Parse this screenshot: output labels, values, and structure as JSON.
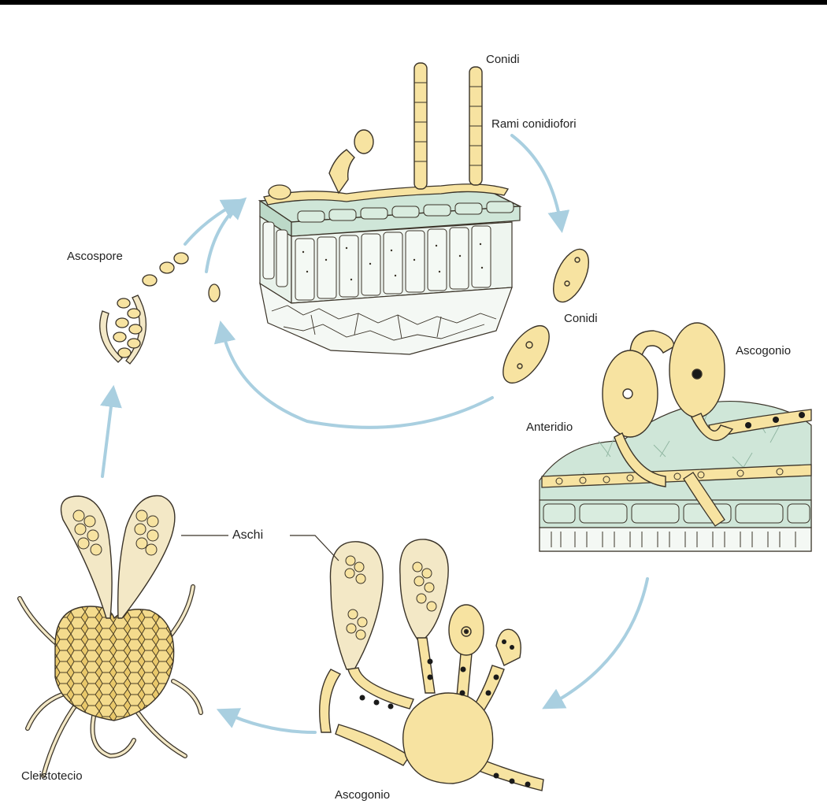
{
  "labels": {
    "conidi_top": "Conidi",
    "rami_conidiofori": "Rami conidiofori",
    "conidi_right": "Conidi",
    "ascogonio_right": "Ascogonio",
    "anteridio": "Anteridio",
    "aschi": "Aschi",
    "ascospore": "Ascospore",
    "cleistotecio": "Cleistotecio",
    "ascogonio_bottom": "Ascogonio"
  },
  "colors": {
    "cell_fill": "#f7e3a1",
    "outline": "#3a3328",
    "leaf_green": "#cfe6d8",
    "arrow": "#a9cfe0",
    "nucleus": "#1a1a1a"
  }
}
